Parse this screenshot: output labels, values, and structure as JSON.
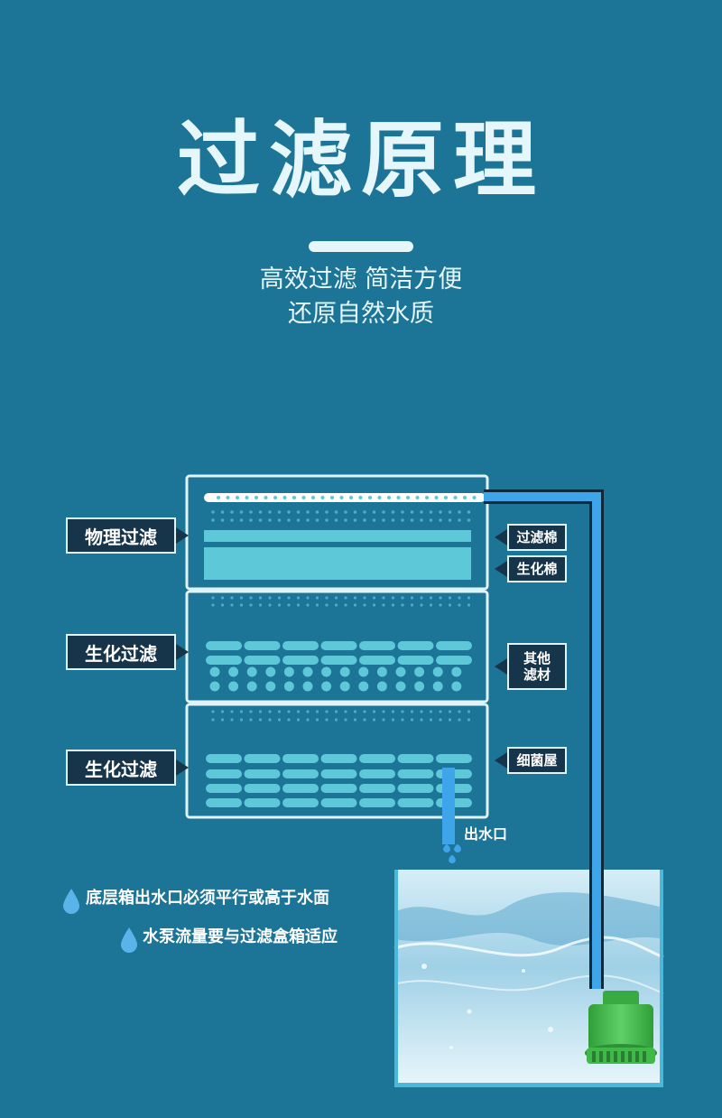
{
  "header": {
    "title": "过滤原理",
    "subtitle_line1": "高效过滤 简洁方便",
    "subtitle_line2": "还原自然水质"
  },
  "diagram": {
    "left_labels": [
      "物理过滤",
      "生化过滤",
      "生化过滤"
    ],
    "right_labels": [
      "过滤棉",
      "生化棉",
      "其他滤材",
      "细菌屋"
    ],
    "outlet_label": "出水口"
  },
  "notes": [
    "底层箱出水口必须平行或高于水面",
    "水泵流量要与过滤盒箱适应"
  ],
  "colors": {
    "background": "#1c7497",
    "tray_border": "#dff4f9",
    "media": "#5cc8d8",
    "pipe": "#3ea5ea",
    "label_bg": "#17354a",
    "pump": "#3fb947"
  }
}
